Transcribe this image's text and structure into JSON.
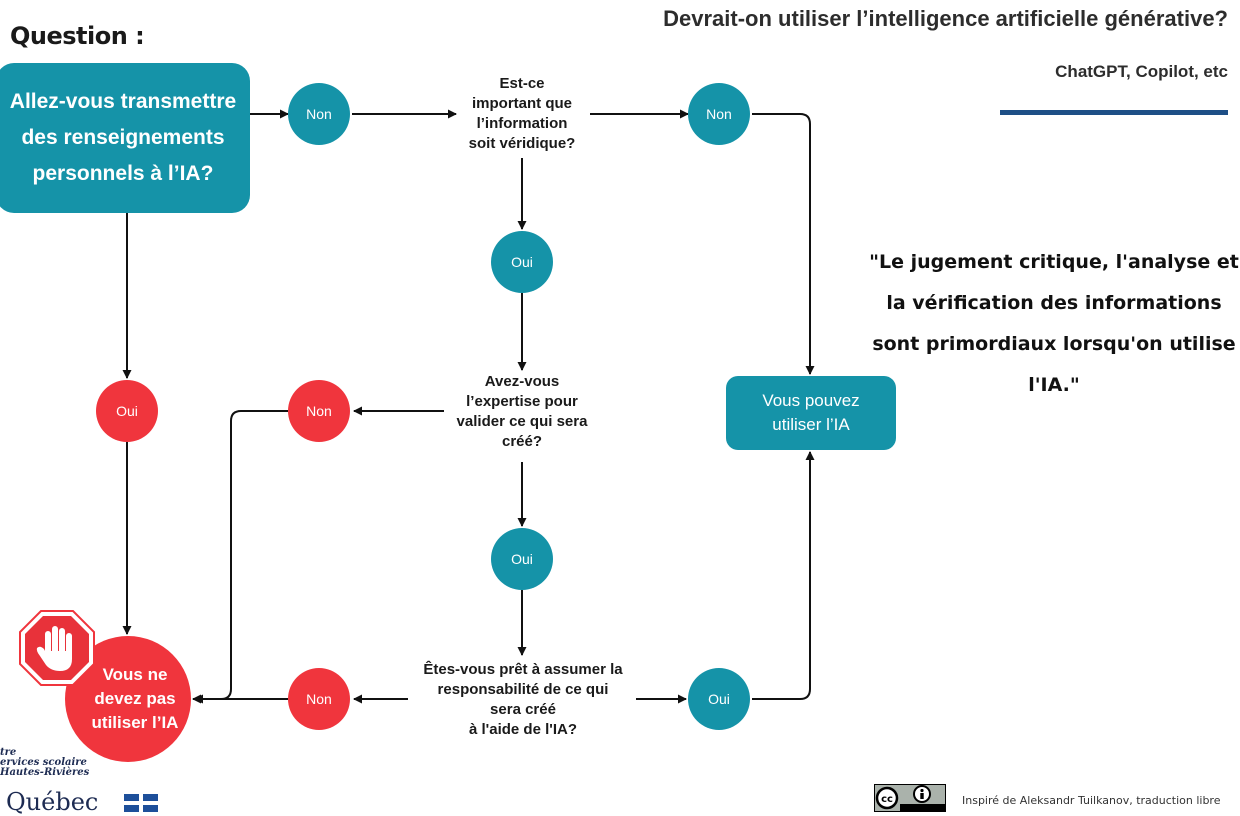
{
  "heading": "Question :",
  "title": "Devrait-on utiliser l’intelligence artificielle générative?",
  "subtitle": "ChatGPT, Copilot, etc",
  "quote": "\"Le jugement critique, l'analyse et la vérification des informations sont primordiaux lorsqu'on utilise l'IA.\"",
  "start_question": "Allez-vous transmettre des renseignements personnels à l’IA?",
  "q2": "Est-ce\nimportant que\nl’information\nsoit véridique?",
  "q3": "Avez-vous\nl’expertise pour\nvalider ce qui sera\ncréé?",
  "q4": "Êtes-vous prêt à assumer la\nresponsabilité de ce qui\nsera créé\nà l'aide de l'IA?",
  "labels": {
    "non": "Non",
    "oui": "Oui"
  },
  "result_ok": "Vous pouvez utiliser l’IA",
  "result_stop": "Vous ne devez pas utiliser l’IA",
  "footer": {
    "org": "tre\nervices scolaire\nHautes-Rivières",
    "quebec": "Québec",
    "credit": "Inspiré de Aleksandr Tuilkanov, traduction libre"
  },
  "colors": {
    "teal": "#1593a8",
    "red": "#f0353d",
    "rule": "#1e4f86"
  }
}
